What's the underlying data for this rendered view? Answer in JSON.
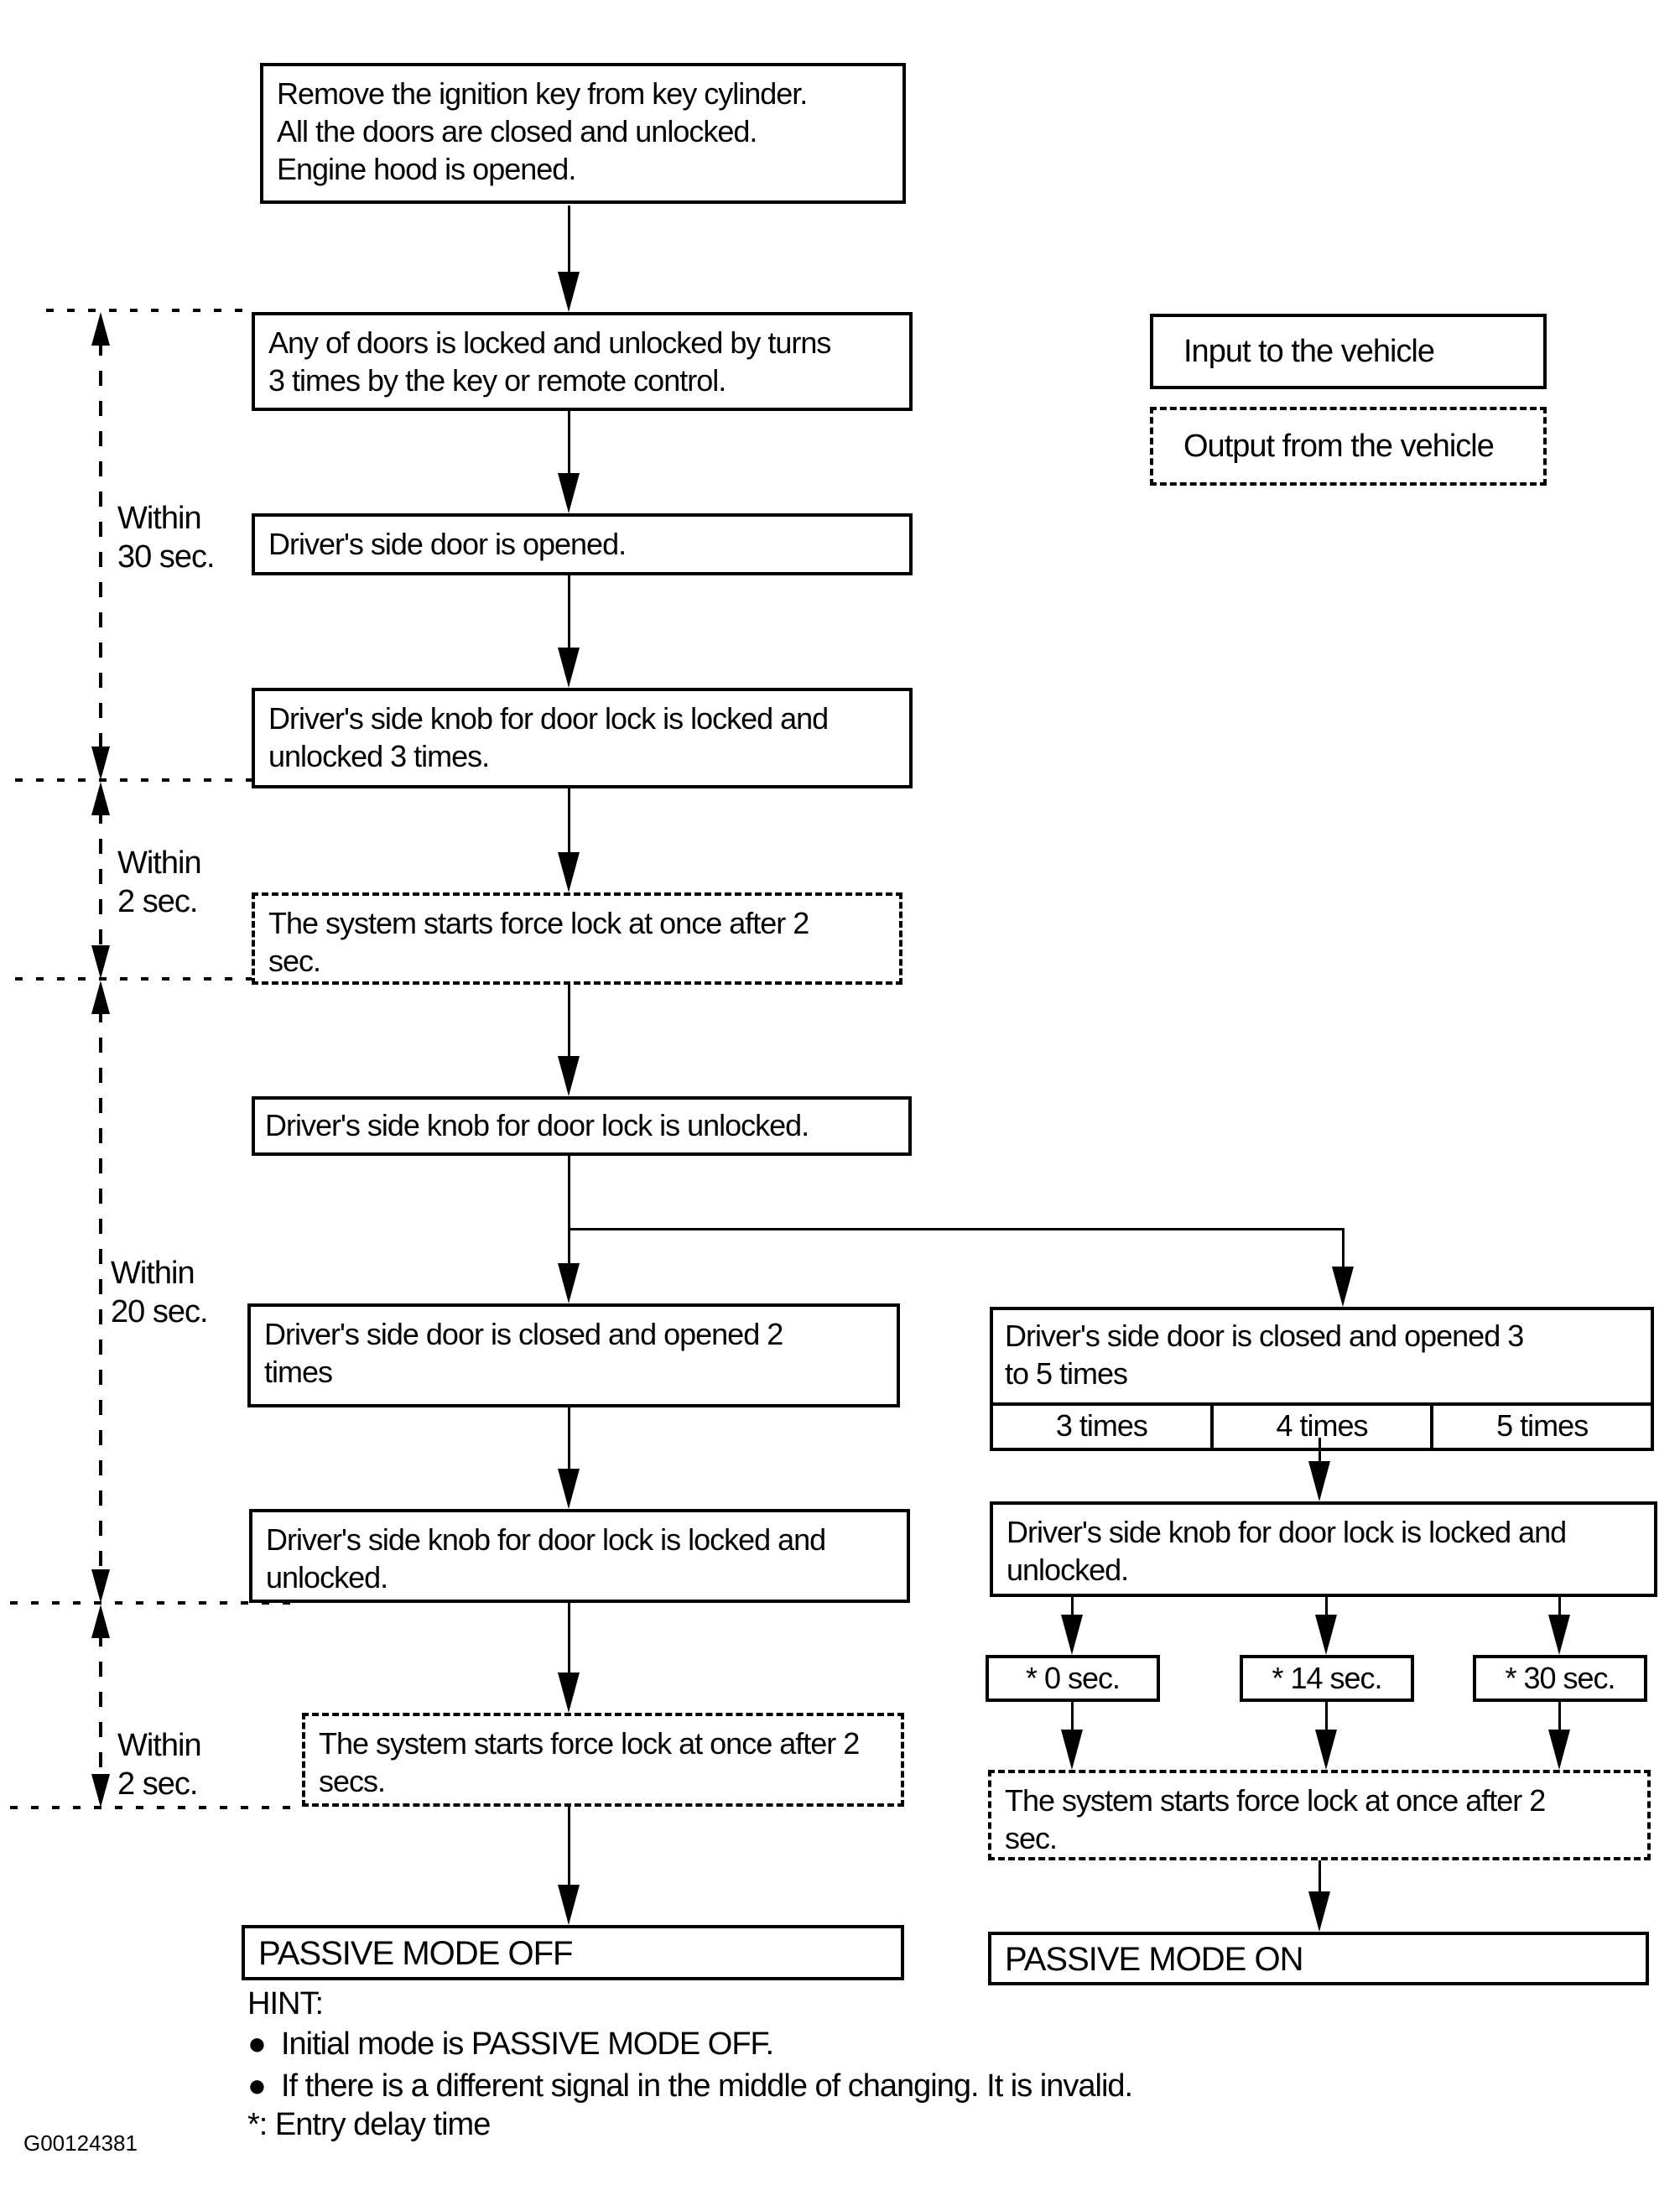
{
  "figure_id": "G00124381",
  "legend": {
    "input": "Input to the vehicle",
    "output": "Output from the vehicle"
  },
  "timing": {
    "t30": "Within\n30 sec.",
    "t2a": "Within\n2 sec.",
    "t20": "Within\n20 sec.",
    "t2b": "Within\n2 sec."
  },
  "boxes": {
    "start": "Remove the ignition key from key cylinder.\nAll the doors are closed  and unlocked.\nEngine hood is opened.",
    "any_doors": "Any of doors is locked and unlocked by turns\n3 times by the key or remote control.",
    "door_opened": "Driver's side door is opened.",
    "knob_locked_unlocked_3": "Driver's side knob for door lock is locked and\nunlocked 3 times.",
    "force_lock_after_2_left": "The system starts force lock at once after 2\nsec.",
    "knob_unlocked": "Driver's side knob for door lock is unlocked.",
    "door_closed_opened_2": "Driver's side door is closed and opened 2\ntimes",
    "door_closed_opened_3to5": "Driver's side door is closed and opened 3\nto 5 times",
    "times_options": [
      "3 times",
      "4 times",
      "5 times"
    ],
    "knob_locked_unlocked_left": "Driver's side knob for door lock is locked and\nunlocked.",
    "knob_locked_unlocked_right": "Driver's side knob for door lock is locked and\nunlocked.",
    "entry_delays": [
      "* 0 sec.",
      "* 14 sec.",
      "* 30 sec."
    ],
    "force_lock_after_2_right": "The system starts force lock at once after 2\nsec.",
    "force_lock_after_2_left2": "The system starts force lock at once after 2\nsecs.",
    "passive_mode_off": "PASSIVE MODE OFF",
    "passive_mode_on": "PASSIVE MODE ON"
  },
  "hint": {
    "title": "HINT:",
    "bullet": "●",
    "items": [
      "Initial mode is PASSIVE MODE OFF.",
      "If there is a different signal in the middle of changing. It is invalid."
    ],
    "note": "*: Entry delay time"
  }
}
